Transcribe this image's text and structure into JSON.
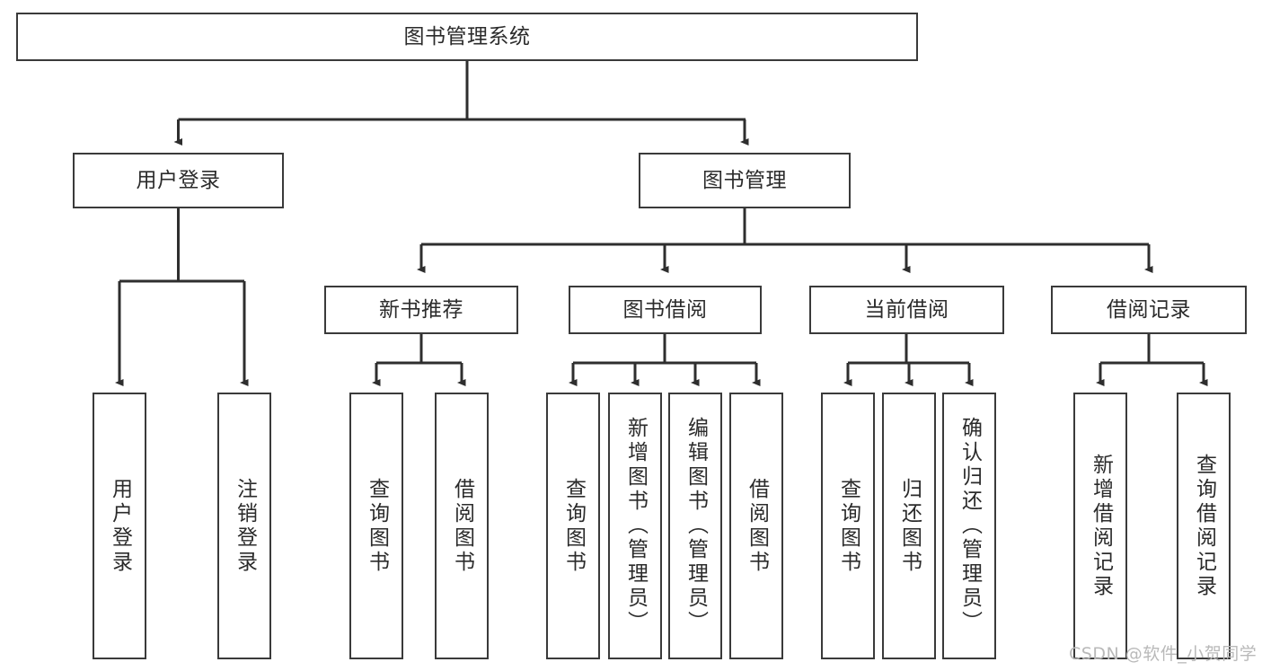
{
  "diagram": {
    "type": "tree",
    "title": "图书管理系统",
    "watermark": "CSDN @软件_小贺同学",
    "colors": {
      "box_border": "#3a3a3a",
      "box_fill": "#ffffff",
      "connector": "#3a3a3a",
      "text": "#2b2b2b",
      "watermark": "#b9b9b9",
      "background": "#ffffff"
    },
    "levels": {
      "root": {
        "label": "图书管理系统"
      },
      "level2": [
        {
          "label": "用户登录"
        },
        {
          "label": "图书管理"
        }
      ],
      "level3": [
        {
          "label": "新书推荐"
        },
        {
          "label": "图书借阅"
        },
        {
          "label": "当前借阅"
        },
        {
          "label": "借阅记录"
        }
      ],
      "leaves": {
        "user_login": [
          {
            "label": "用户登录"
          },
          {
            "label": "注销登录"
          }
        ],
        "new_book_rec": [
          {
            "label": "查询图书"
          },
          {
            "label": "借阅图书"
          }
        ],
        "book_borrow": [
          {
            "label": "查询图书"
          },
          {
            "label": "新增图书（管理员）"
          },
          {
            "label": "编辑图书（管理员）"
          },
          {
            "label": "借阅图书"
          }
        ],
        "current_borrow": [
          {
            "label": "查询图书"
          },
          {
            "label": "归还图书"
          },
          {
            "label": "确认归还（管理员）"
          }
        ],
        "borrow_record": [
          {
            "label": "新增借阅记录"
          },
          {
            "label": "查询借阅记录"
          }
        ]
      }
    }
  }
}
